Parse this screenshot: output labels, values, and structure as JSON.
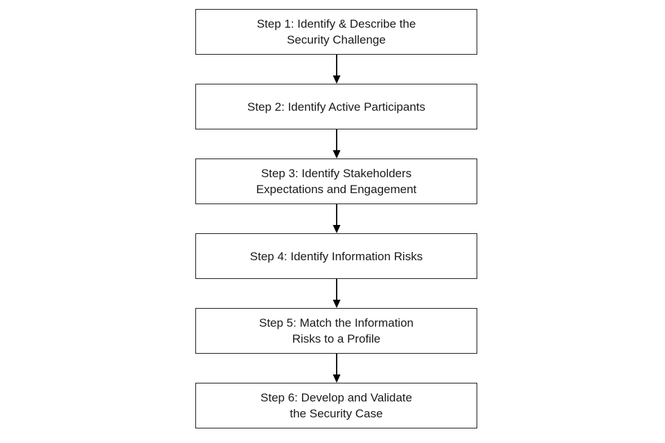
{
  "diagram": {
    "type": "flowchart",
    "direction": "top-down",
    "steps": [
      {
        "id": 1,
        "text": "Step 1: Identify & Describe the\nSecurity Challenge"
      },
      {
        "id": 2,
        "text": "Step 2: Identify Active Participants"
      },
      {
        "id": 3,
        "text": "Step 3: Identify Stakeholders\nExpectations and Engagement"
      },
      {
        "id": 4,
        "text": "Step 4: Identify Information Risks"
      },
      {
        "id": 5,
        "text": "Step 5: Match the Information\nRisks to a Profile"
      },
      {
        "id": 6,
        "text": "Step 6: Develop and Validate\nthe Security Case"
      }
    ],
    "colors": {
      "background": "#ffffff",
      "box_border": "#1f1f1f",
      "text": "#1a1a1a",
      "arrow": "#000000"
    }
  }
}
